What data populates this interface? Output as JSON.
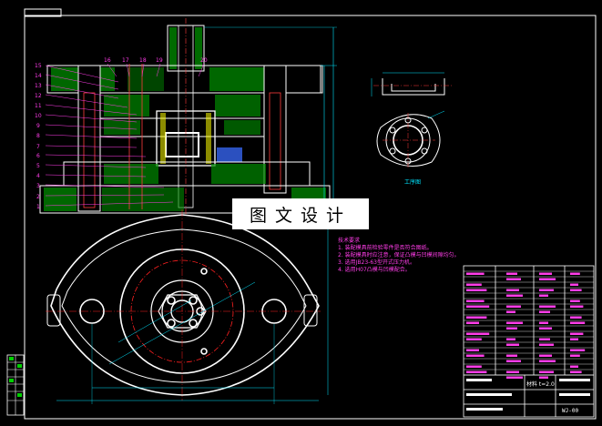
{
  "watermark": "图文设计",
  "part_label": "工序图",
  "notes": {
    "title": "技术要求",
    "lines": [
      "1. 装配模具前检验零件是否符合图纸。",
      "2. 装配模具时应注意，保证凸模与凹模间隙均匀。",
      "3. 选用JB23-63型开式压力机。",
      "4. 选用H07凸模与凹模配合。"
    ]
  },
  "callouts": [
    "15",
    "14",
    "13",
    "12",
    "11",
    "10",
    "9",
    "8",
    "7",
    "6",
    "5",
    "4",
    "3",
    "2",
    "1"
  ],
  "top_callouts": [
    "16",
    "17",
    "18",
    "19",
    "20"
  ],
  "material_label": "材料 t=2.0",
  "drawing_number": "WJ-00",
  "colors": {
    "line": "#ffffff",
    "hatch": "#00d000",
    "dim": "#00e5ff",
    "center": "#ff2020",
    "note": "#ff3de8",
    "struct": "#ffff00"
  }
}
